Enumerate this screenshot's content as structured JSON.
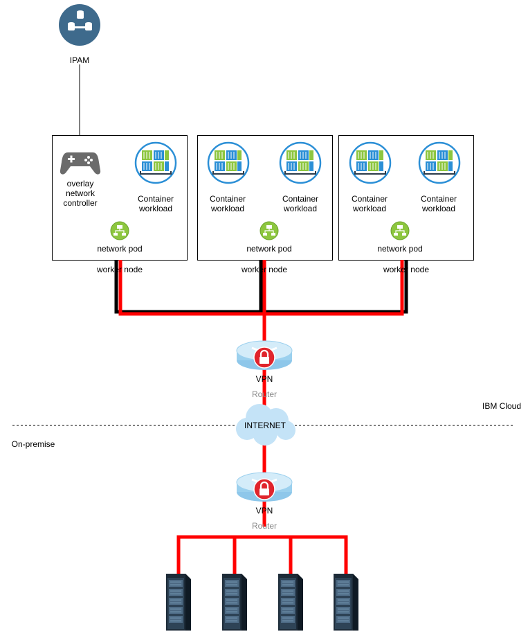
{
  "ipam": {
    "label": "IPAM",
    "icon": "database-cluster-icon",
    "color": "#3e6a8c"
  },
  "worker_nodes": [
    {
      "label": "worker node",
      "left_item": {
        "label": "overlay network controller",
        "lines": [
          "overlay",
          "network",
          "controller"
        ],
        "icon": "gamepad-icon"
      },
      "right_item": {
        "label": "Container workload",
        "lines": [
          "Container",
          "workload"
        ],
        "icon": "container-icon"
      },
      "pod": {
        "label": "network pod",
        "icon": "network-icon"
      }
    },
    {
      "label": "worker node",
      "left_item": {
        "label": "Container workload",
        "lines": [
          "Container",
          "workload"
        ],
        "icon": "container-icon"
      },
      "right_item": {
        "label": "Container workload",
        "lines": [
          "Container",
          "workload"
        ],
        "icon": "container-icon"
      },
      "pod": {
        "label": "network pod",
        "icon": "network-icon"
      }
    },
    {
      "label": "worker node",
      "left_item": {
        "label": "Container workload",
        "lines": [
          "Container",
          "workload"
        ],
        "icon": "container-icon"
      },
      "right_item": {
        "label": "Container workload",
        "lines": [
          "Container",
          "workload"
        ],
        "icon": "container-icon"
      },
      "pod": {
        "label": "network pod",
        "icon": "network-icon"
      }
    }
  ],
  "cloud_router": {
    "label": "VPN",
    "sublabel": "Router",
    "icon": "vpn-router-icon"
  },
  "internet": {
    "label": "INTERNET",
    "icon": "cloud-icon"
  },
  "onprem_router": {
    "label": "VPN",
    "sublabel": "Router",
    "icon": "vpn-router-icon"
  },
  "zones": {
    "cloud": "IBM Cloud",
    "onprem": "On-premise"
  },
  "servers": [
    {
      "icon": "server-rack-icon"
    },
    {
      "icon": "server-rack-icon"
    },
    {
      "icon": "server-rack-icon"
    },
    {
      "icon": "server-rack-icon"
    }
  ],
  "colors": {
    "link": "#ff0000",
    "wire": "#000000",
    "container_blue": "#2b8fd6",
    "container_green": "#8dc63f",
    "pod_green": "#8dc63f",
    "gamepad": "#6b6b6b",
    "router": "#a8d4ef"
  }
}
